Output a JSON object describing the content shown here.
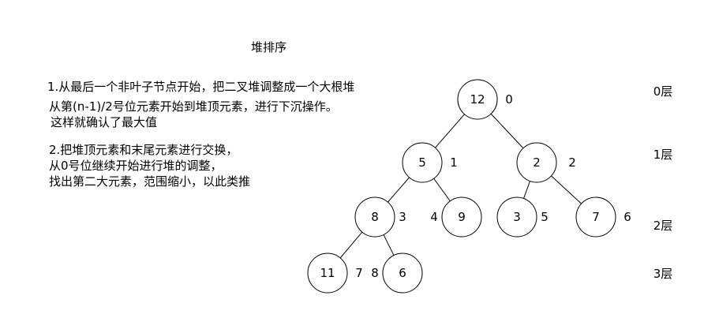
{
  "title": "堆排序",
  "step1": {
    "line1": "1.从最后一个非叶子节点开始，把二叉堆调整成一个大根堆",
    "line2": "从第(n-1)/2号位元素开始到堆顶元素，进行下沉操作。",
    "line3": "这样就确认了最大值"
  },
  "step2": {
    "line1": "2.把堆顶元素和末尾元素进行交换，",
    "line2": "从0号位继续开始进行堆的调整，",
    "line3": "找出第二大元素，范围缩小，以此类推"
  },
  "tree": {
    "nodes": [
      {
        "id": "n0",
        "value": "12",
        "index": "0"
      },
      {
        "id": "n1",
        "value": "5",
        "index": "1"
      },
      {
        "id": "n2",
        "value": "2",
        "index": "2"
      },
      {
        "id": "n3",
        "value": "8",
        "index": "3"
      },
      {
        "id": "n4",
        "value": "9",
        "index": "4"
      },
      {
        "id": "n5",
        "value": "3",
        "index": "5"
      },
      {
        "id": "n6",
        "value": "7",
        "index": "6"
      },
      {
        "id": "n7",
        "value": "11",
        "index": "7"
      },
      {
        "id": "n8",
        "value": "6",
        "index": "8"
      }
    ],
    "edges": [
      [
        "n0",
        "n1"
      ],
      [
        "n0",
        "n2"
      ],
      [
        "n1",
        "n3"
      ],
      [
        "n1",
        "n4"
      ],
      [
        "n2",
        "n5"
      ],
      [
        "n2",
        "n6"
      ],
      [
        "n3",
        "n7"
      ],
      [
        "n3",
        "n8"
      ]
    ]
  },
  "levels": [
    "0层",
    "1层",
    "2层",
    "3层"
  ]
}
